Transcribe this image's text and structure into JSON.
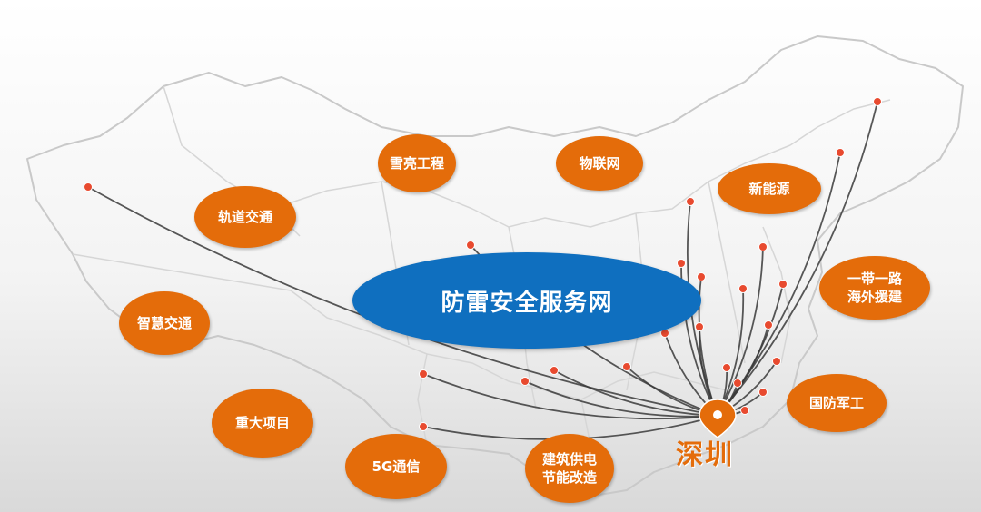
{
  "center": {
    "label": "防雷安全服务网"
  },
  "hub": {
    "label": "深圳"
  },
  "bubbles": [
    {
      "id": "rail",
      "lines": [
        "轨道交通"
      ]
    },
    {
      "id": "snow",
      "lines": [
        "雪亮工程"
      ]
    },
    {
      "id": "iot",
      "lines": [
        "物联网"
      ]
    },
    {
      "id": "newenergy",
      "lines": [
        "新能源"
      ]
    },
    {
      "id": "beltroad",
      "lines": [
        "一带一路",
        "海外援建"
      ]
    },
    {
      "id": "smarttraffic",
      "lines": [
        "智慧交通"
      ]
    },
    {
      "id": "major",
      "lines": [
        "重大项目"
      ]
    },
    {
      "id": "defense",
      "lines": [
        "国防军工"
      ]
    },
    {
      "id": "fiveg",
      "lines": [
        "5G通信"
      ]
    },
    {
      "id": "building",
      "lines": [
        "建筑供电",
        "节能改造"
      ]
    }
  ],
  "colors": {
    "bubble": "#e46c0a",
    "center": "#0f6fbf",
    "hub": "#e46c0a",
    "route": "#3a3a3a",
    "map_outline": "#c9c9c9"
  }
}
